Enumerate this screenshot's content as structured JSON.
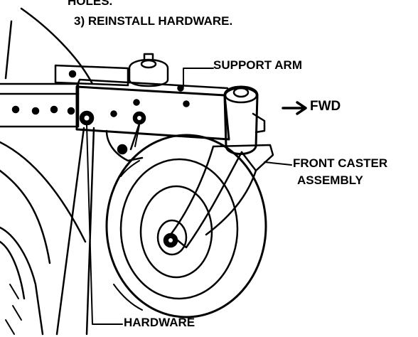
{
  "instructions": {
    "holes": "HOLES.",
    "reinstall": "3) REINSTALL HARDWARE."
  },
  "labels": {
    "support_arm": "SUPPORT ARM",
    "fwd": "FWD",
    "front_caster_line1": "FRONT CASTER",
    "front_caster_line2": "ASSEMBLY",
    "hardware": "HARDWARE"
  },
  "colors": {
    "ink": "#000000",
    "paper": "#ffffff"
  },
  "icons": {
    "fwd_arrow": "arrow-right-icon"
  }
}
